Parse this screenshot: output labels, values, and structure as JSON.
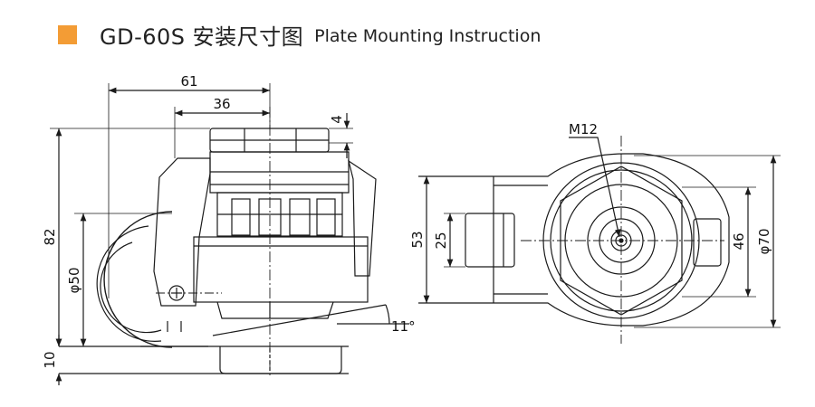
{
  "header": {
    "model_title": "GD-60S 安装尺寸图",
    "subtitle": "Plate Mounting Instruction",
    "accent_color": "#f39c35"
  },
  "side_view": {
    "dim_overall_width": "61",
    "dim_center_offset": "36",
    "dim_plate_thickness": "4",
    "dim_total_height": "82",
    "dim_wheel_diameter": "φ50",
    "dim_base_height": "10",
    "dim_angle": "11°"
  },
  "top_view": {
    "thread_label": "M12",
    "dim_body_height": "53",
    "dim_slot_height": "25",
    "dim_hex_width": "46",
    "dim_outer_diameter": "φ70"
  }
}
